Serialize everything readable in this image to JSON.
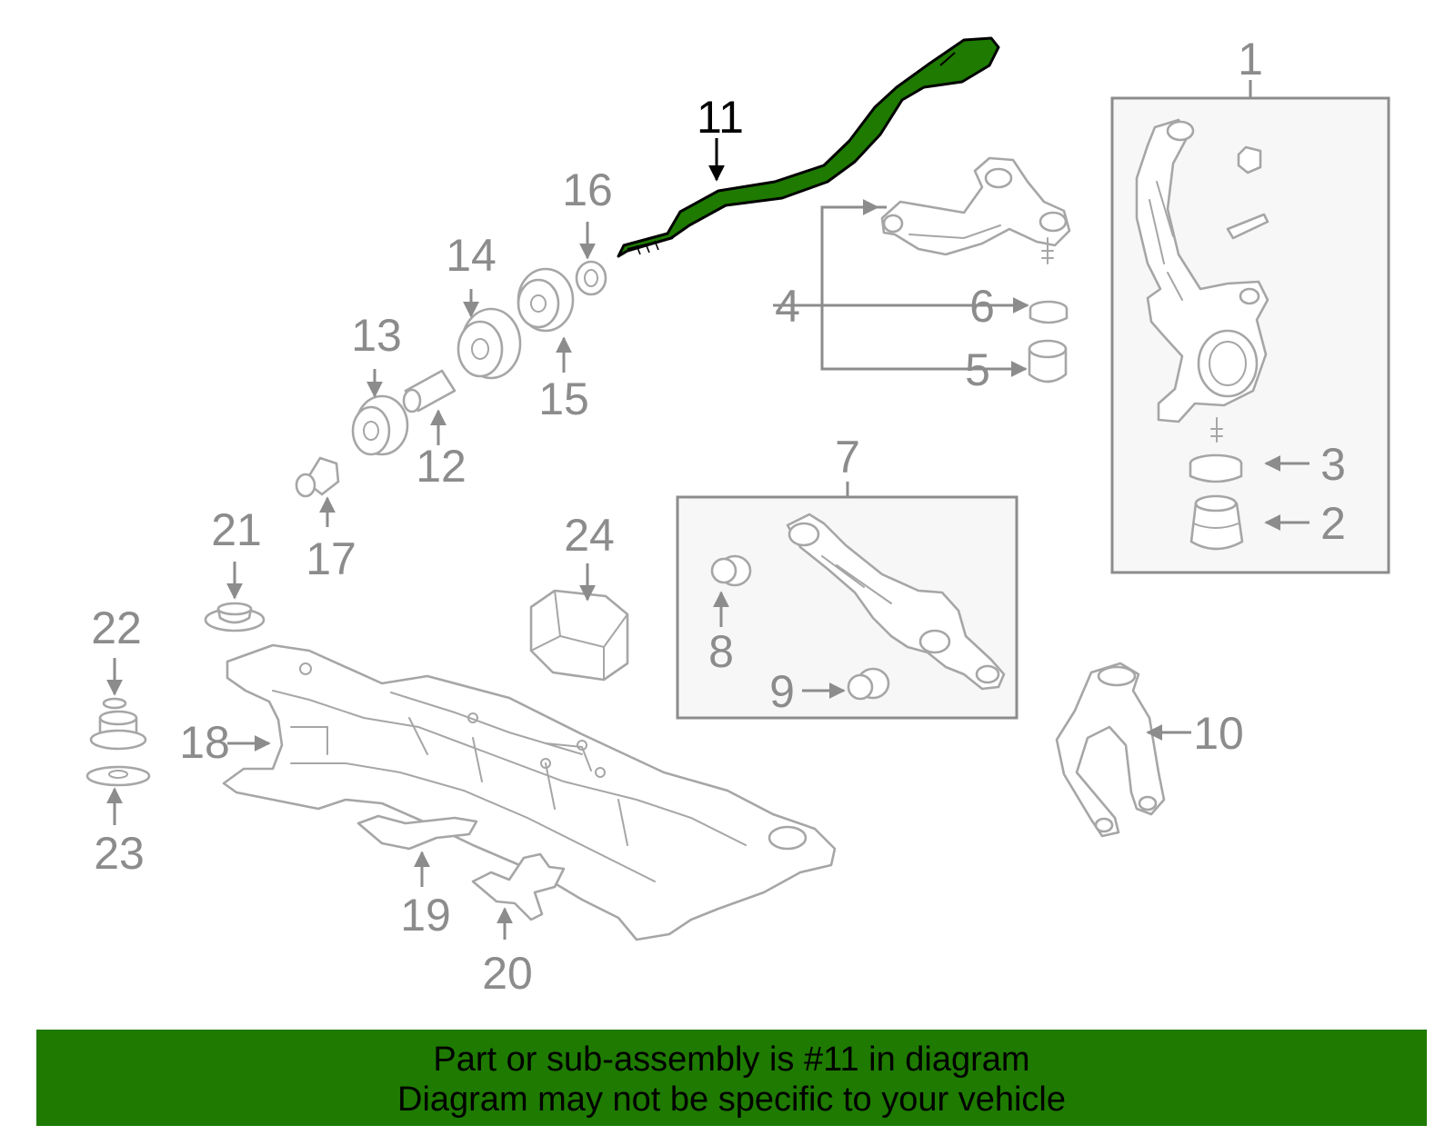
{
  "diagram": {
    "highlight_color": "#1e7a00",
    "highlighted_callout": "11",
    "callouts": [
      "1",
      "2",
      "3",
      "4",
      "5",
      "6",
      "7",
      "8",
      "9",
      "10",
      "11",
      "12",
      "13",
      "14",
      "15",
      "16",
      "17",
      "18",
      "19",
      "20",
      "21",
      "22",
      "23",
      "24"
    ]
  },
  "footer": {
    "background": "#1e7a00",
    "line1": "Part or sub-assembly is #11 in diagram",
    "line2": "Diagram may not be specific to your vehicle"
  }
}
